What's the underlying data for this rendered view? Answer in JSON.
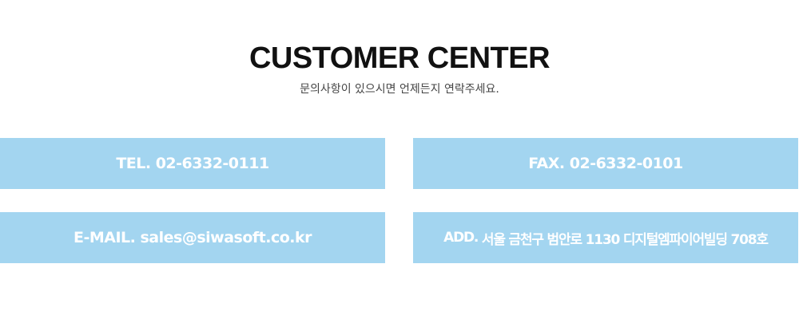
{
  "header": {
    "title": "CUSTOMER CENTER",
    "subtitle": "문의사항이 있으시면 언제든지 연락주세요."
  },
  "contact": {
    "tel": {
      "label": "TEL.",
      "value": "02-6332-0111"
    },
    "fax": {
      "label": "FAX.",
      "value": "02-6332-0101"
    },
    "email": {
      "label": "E-MAIL.",
      "value": "sales@siwasoft.co.kr"
    },
    "address": {
      "label": "ADD.",
      "value": "서울 금천구 범안로 1130 디지털엠파이어빌딩 708호"
    }
  },
  "colors": {
    "box_background": "#a3d5f0",
    "box_text": "#ffffff",
    "title_text": "#111111",
    "subtitle_text": "#444444"
  }
}
